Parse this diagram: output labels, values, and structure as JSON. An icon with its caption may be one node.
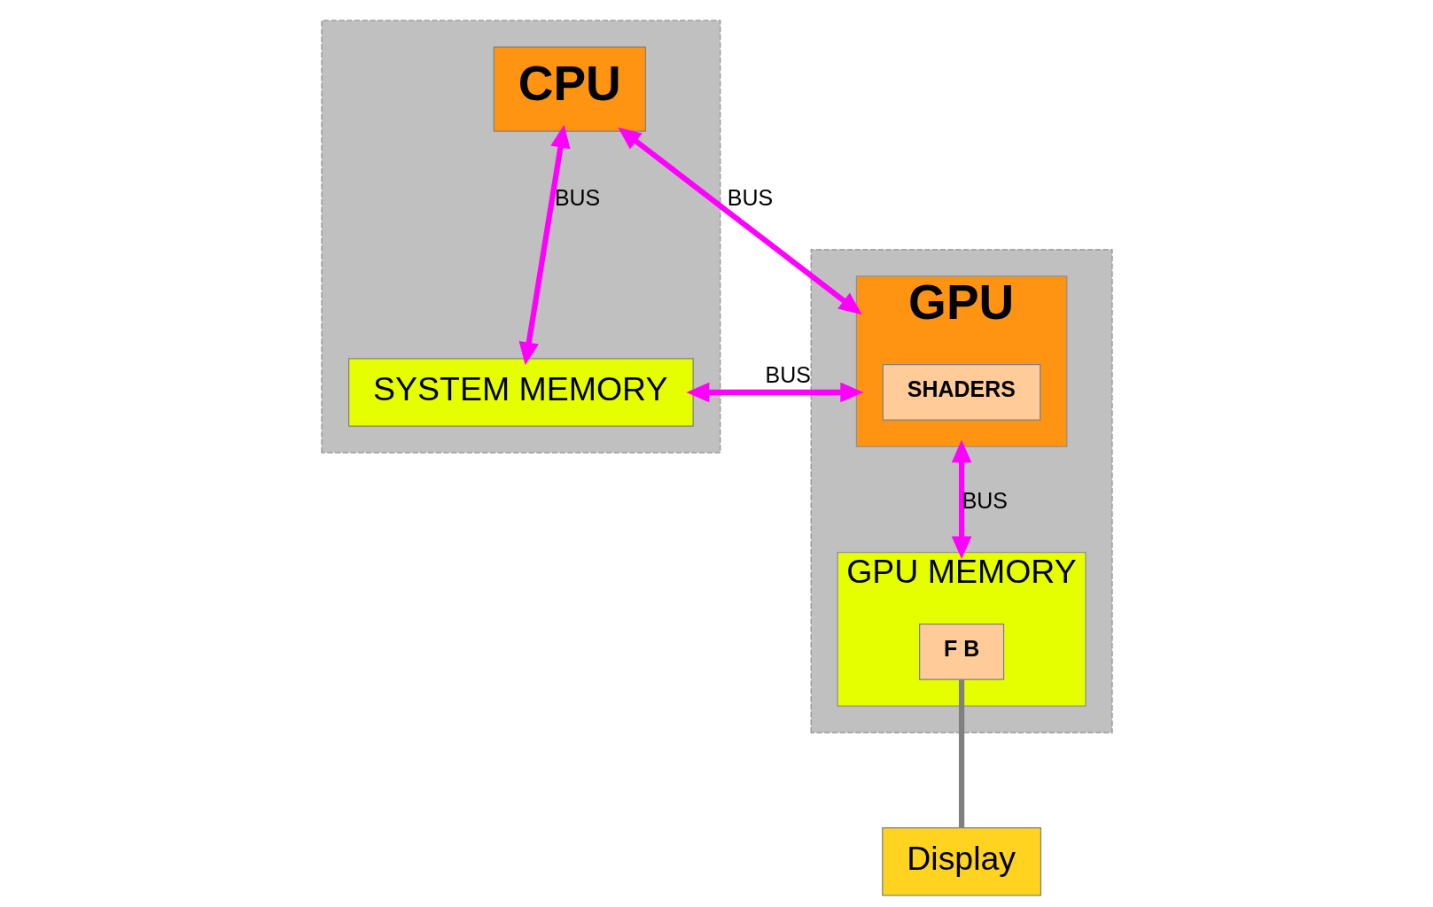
{
  "diagram": {
    "nodes": [
      {
        "text": [],
        "shape": "box"
      },
      {
        "text": [
          "CPU"
        ],
        "in": 0
      },
      {
        "text": [
          "SYSTEM MEMORY"
        ],
        "in": 0
      },
      {
        "text": [],
        "shape": "box"
      },
      {
        "text": [
          "GPU"
        ],
        "in": 3
      },
      {
        "text": [
          "SHADERS"
        ],
        "in": 4
      },
      {
        "text": [
          "GPU MEMORY"
        ],
        "in": 3
      },
      {
        "text": [
          "F B"
        ],
        "in": 6
      },
      {
        "text": [
          "Display"
        ]
      }
    ],
    "edges": [
      {
        "from": 1,
        "to": 4,
        "arrow": "both",
        "label": "BUS"
      },
      {
        "from": 1,
        "to": 2,
        "arrow": "both",
        "label": "BUS"
      },
      {
        "from": 4,
        "to": 2,
        "arrow": "both",
        "label": "BUS"
      },
      {
        "from": 4,
        "to": 6,
        "arrow": "both",
        "label": "BUS"
      },
      {
        "from": 7,
        "to": 8,
        "arrow": "none",
        "color": "#808080"
      }
    ]
  }
}
